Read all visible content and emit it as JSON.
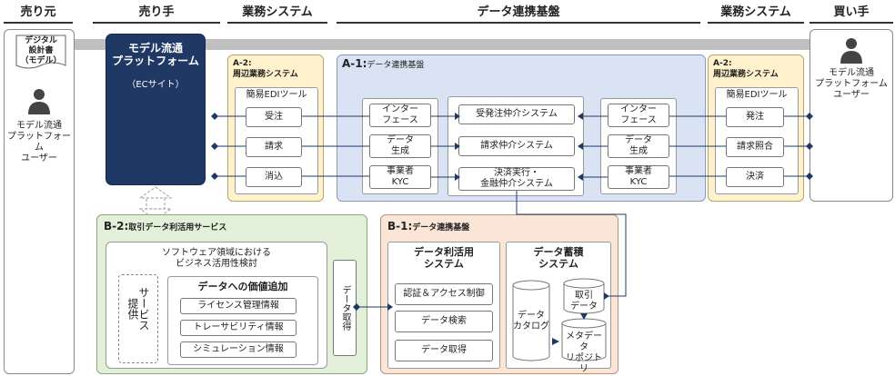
{
  "headers": {
    "seller_origin": "売り元",
    "seller": "売り手",
    "biz_left": "業務システム",
    "platform": "データ連携基盤",
    "biz_right": "業務システム",
    "buyer": "買い手"
  },
  "left": {
    "doc": "デジタル\n設計書\n（モデル）",
    "user": "モデル流通\nプラットフォーム\nユーザー"
  },
  "seller": {
    "title": "モデル流通\nプラットフォーム",
    "sub": "（ECサイト）"
  },
  "a2_left": {
    "title": "A-2:\n周辺業務システム",
    "tool": "簡易EDIツール",
    "items": [
      "受注",
      "請求",
      "消込"
    ]
  },
  "a1": {
    "title_code": "A-1:",
    "title": "データ連携基盤",
    "left_col": [
      "インター\nフェース",
      "データ\n生成",
      "事業者\nKYC"
    ],
    "center_col": [
      "受発注仲介システム",
      "請求仲介システム",
      "決済実行・\n金融仲介システム"
    ],
    "right_col": [
      "インター\nフェース",
      "データ\n生成",
      "事業者\nKYC"
    ]
  },
  "a2_right": {
    "title": "A-2:\n周辺業務システム",
    "tool": "簡易EDIツール",
    "items": [
      "発注",
      "請求照合",
      "決済"
    ]
  },
  "buyer": {
    "user": "モデル流通\nプラットフォーム\nユーザー"
  },
  "b2": {
    "title_code": "B-2:",
    "title": "取引データ利活用サービス",
    "study": "ソフトウェア領域における\nビジネス活用性検討",
    "service": "サービス\n提供",
    "value_title": "データへの価値追加",
    "value_items": [
      "ライセンス管理情報",
      "トレーサビリティ情報",
      "シミュレーション情報"
    ],
    "acquire": "データ取得"
  },
  "b1": {
    "title_code": "B-1:",
    "title": "データ連携基盤",
    "use_title": "データ利活用\nシステム",
    "use_items": [
      "認証＆アクセス制御",
      "データ検索",
      "データ取得"
    ],
    "store_title": "データ蓄積\nシステム",
    "catalog": "データ\nカタログ",
    "trade": "取引\nデータ",
    "meta": "メタデータ\nリポジトリ"
  },
  "colors": {
    "navy": "#1f3864",
    "a_blue": "#dae3f3",
    "a_yellow": "#fff2cc",
    "b_green": "#e2f0d9",
    "b_orange": "#fbe5d6",
    "arrow_gray": "#bfbfbf"
  }
}
